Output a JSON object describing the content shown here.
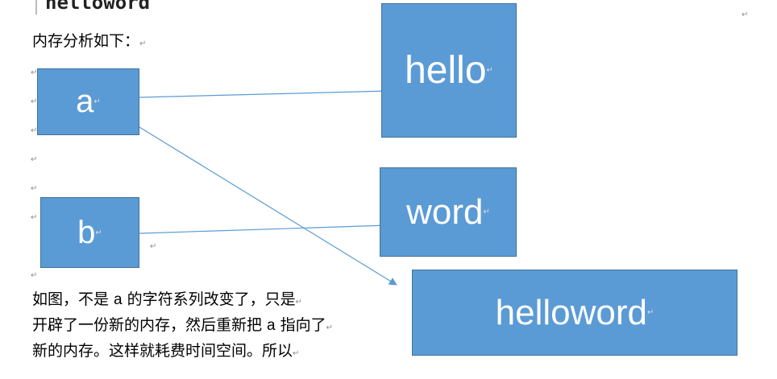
{
  "code_snippet": "helloword",
  "heading": "内存分析如下：",
  "paragraph_mark": "↵",
  "boxes": {
    "a": "a",
    "b": "b",
    "hello": "hello",
    "word": "word",
    "helloword": "helloword"
  },
  "description": {
    "line1_pre": "如图，不是 ",
    "line1_var": "a",
    "line1_post": " 的字符系列改变了，只是",
    "line2_pre": "开辟了一份新的内存，然后重新把 ",
    "line2_var": "a",
    "line2_post": " 指向了",
    "line3": "新的内存。这样就耗费时间空间。所以"
  },
  "colors": {
    "box_fill": "#5b9bd5",
    "box_border": "#41719c",
    "arrow": "#5b9bd5"
  }
}
